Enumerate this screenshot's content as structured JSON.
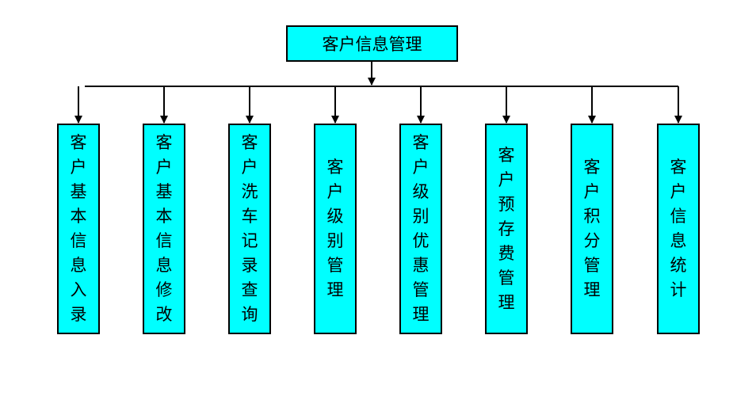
{
  "colors": {
    "box_fill": "#00ffff",
    "border": "#000000",
    "text": "#000000"
  },
  "diagram": {
    "root": {
      "label": "客户信息管理"
    },
    "children": [
      {
        "label": "客户基本信息入录"
      },
      {
        "label": "客户基本信息修改"
      },
      {
        "label": "客户洗车记录查询"
      },
      {
        "label": "客户级别管理"
      },
      {
        "label": "客户级别优惠管理"
      },
      {
        "label": "客户预存费管理"
      },
      {
        "label": "客户积分管理"
      },
      {
        "label": "客户信息统计"
      }
    ]
  }
}
